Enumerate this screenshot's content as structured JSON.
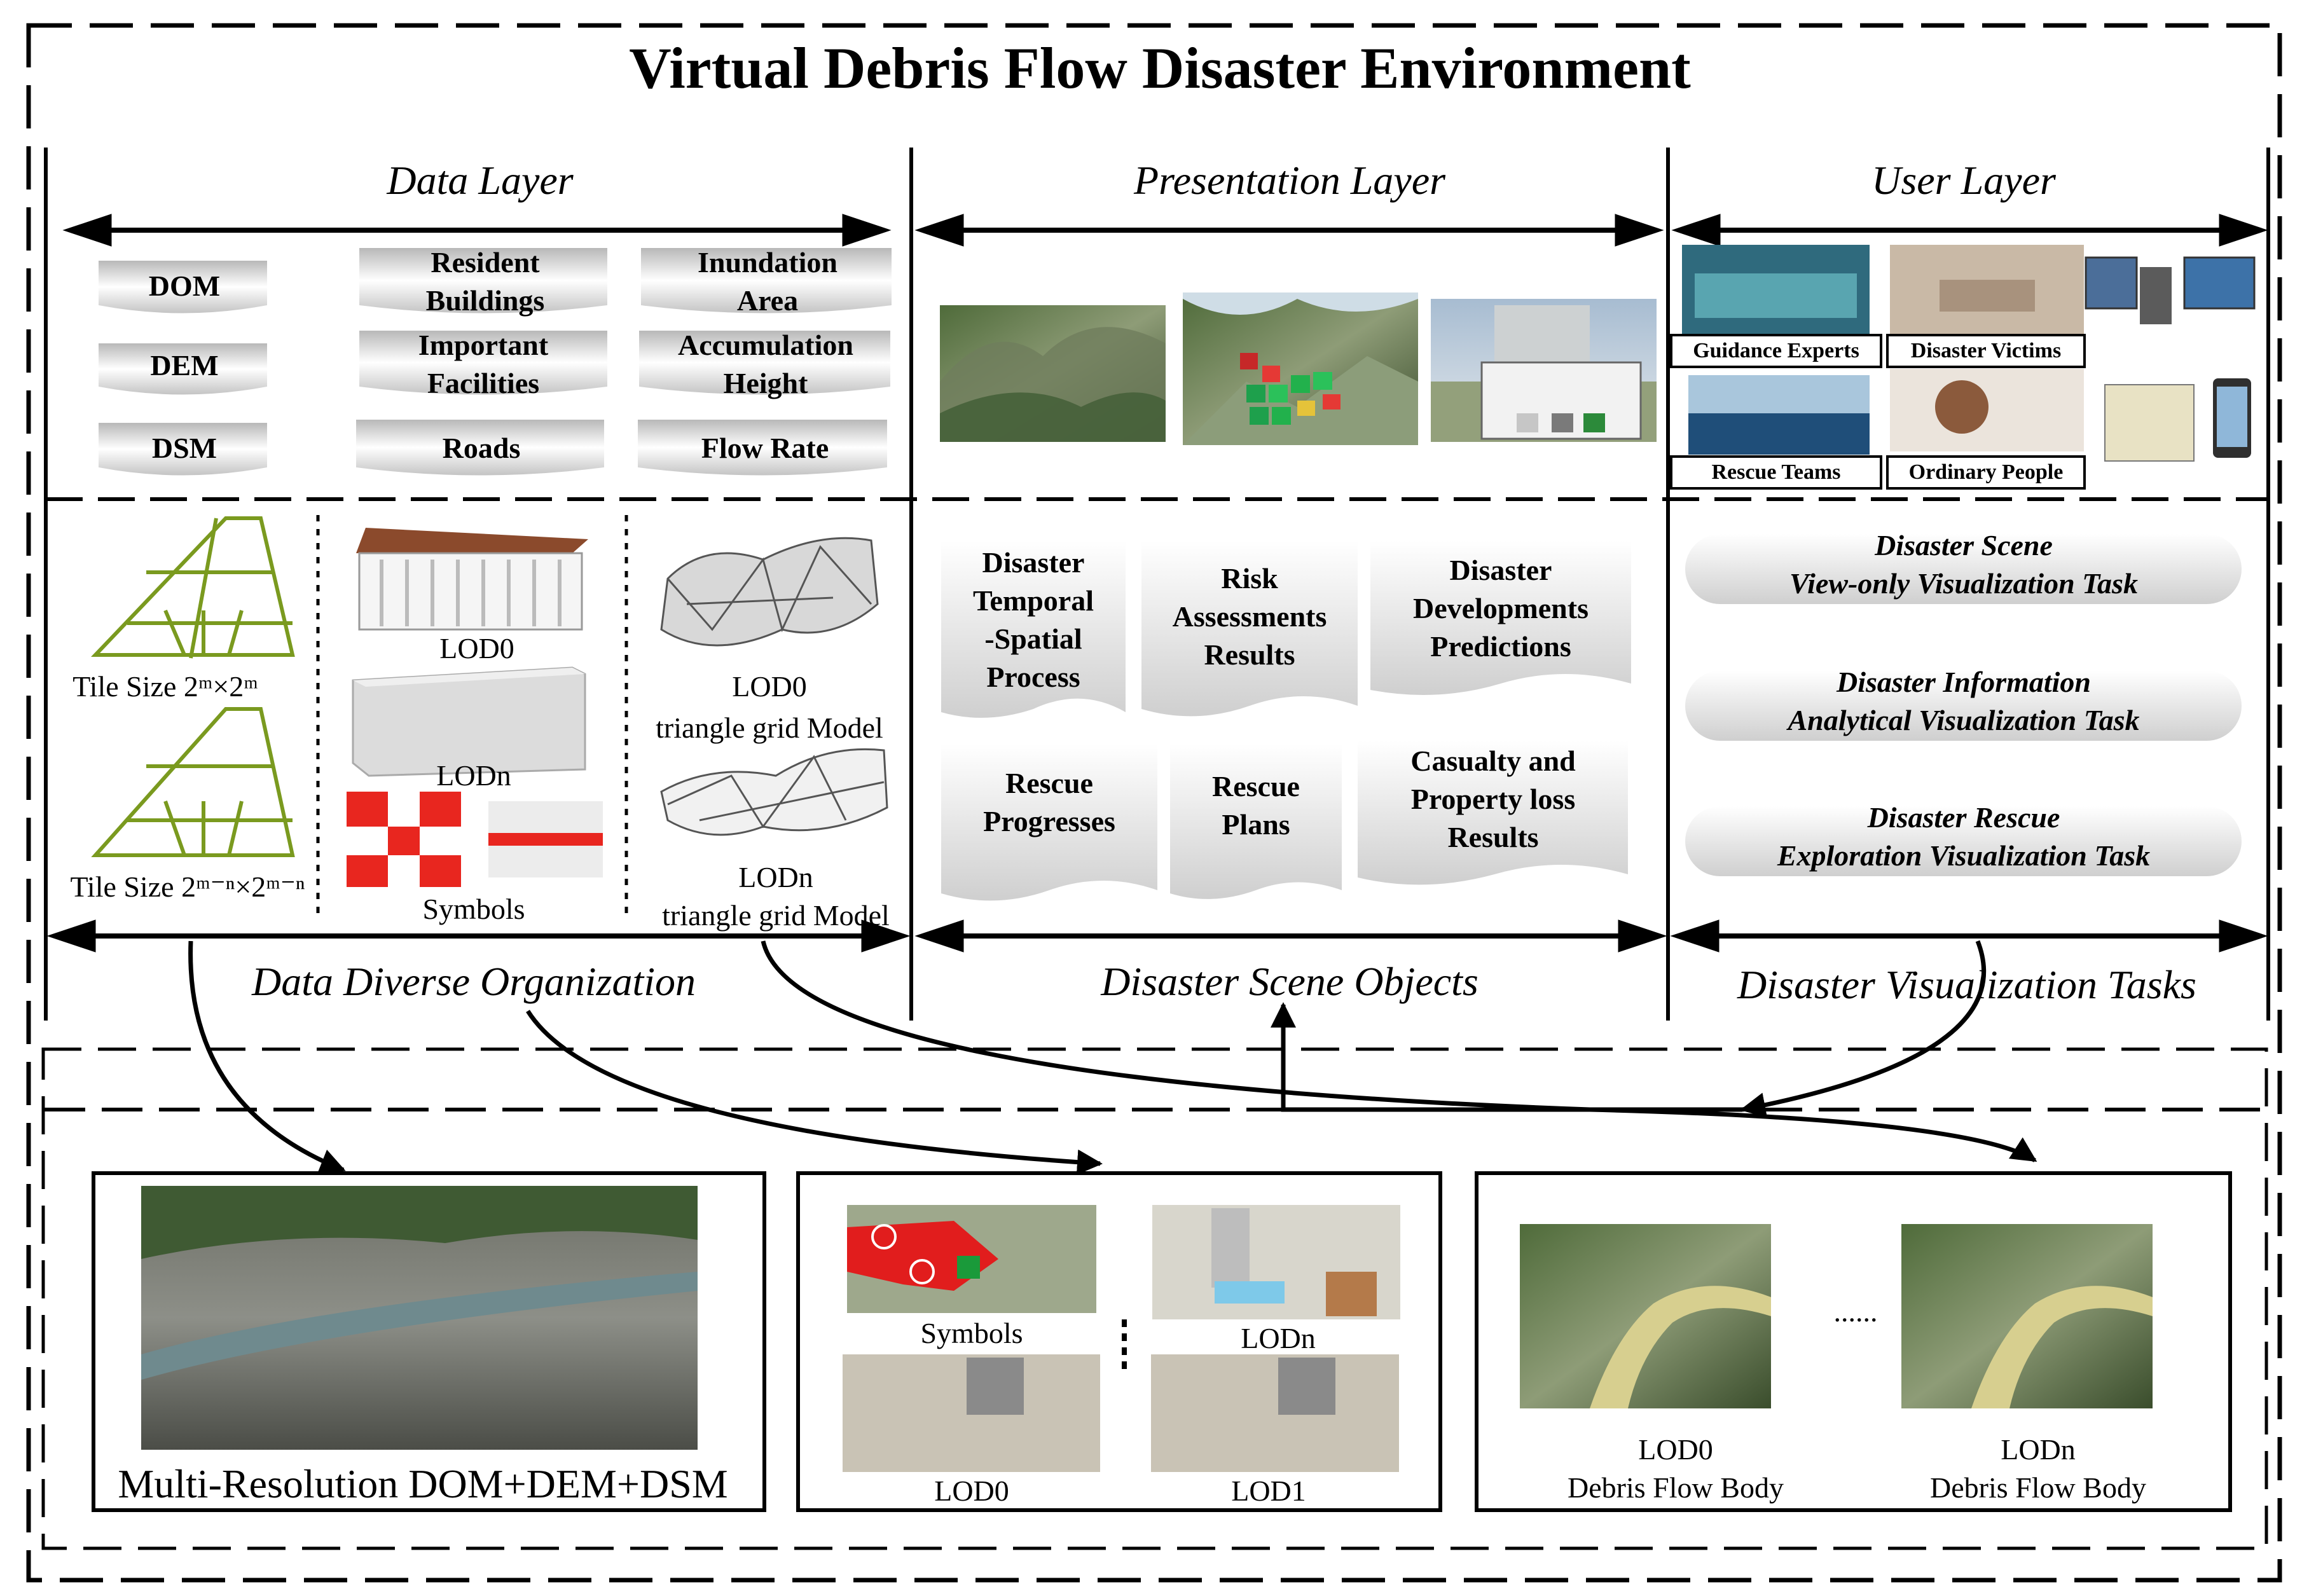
{
  "title": "Virtual Debris Flow Disaster Environment",
  "layers": {
    "data": "Data Layer",
    "presentation": "Presentation Layer",
    "user": "User Layer"
  },
  "bottom_labels": {
    "organization": "Data Diverse Organization",
    "scene_objects": "Disaster Scene Objects",
    "tasks": "Disaster Visualization Tasks"
  },
  "data_items": {
    "dom": "DOM",
    "dem": "DEM",
    "dsm": "DSM",
    "resident_1": "Resident",
    "resident_2": "Buildings",
    "important_1": "Important",
    "important_2": "Facilities",
    "roads": "Roads",
    "inundation_1": "Inundation",
    "inundation_2": "Area",
    "accumulation_1": "Accumulation",
    "accumulation_2": "Height",
    "flow_rate": "Flow Rate"
  },
  "user_labels": {
    "guidance": "Guidance Experts",
    "victims": "Disaster Victims",
    "rescue": "Rescue Teams",
    "ordinary": "Ordinary People"
  },
  "organization": {
    "tile1": "Tile Size 2ᵐ×2ᵐ",
    "tile2": "Tile Size 2ᵐ⁻ⁿ×2ᵐ⁻ⁿ",
    "lod0": "LOD0",
    "lodn": "LODn",
    "symbols": "Symbols",
    "tri_lod0": "LOD0",
    "tri_lod0_2": "triangle grid Model",
    "tri_lodn": "LODn",
    "tri_lodn_2": "triangle grid Model"
  },
  "scene_objects": {
    "temporal_1": "Disaster",
    "temporal_2": "Temporal",
    "temporal_3": "-Spatial",
    "temporal_4": "Process",
    "risk_1": "Risk",
    "risk_2": "Assessments",
    "risk_3": "Results",
    "dev_1": "Disaster",
    "dev_2": "Developments",
    "dev_3": "Predictions",
    "progress_1": "Rescue",
    "progress_2": "Progresses",
    "plans_1": "Rescue",
    "plans_2": "Plans",
    "casualty_1": "Casualty and",
    "casualty_2": "Property loss",
    "casualty_3": "Results"
  },
  "tasks": {
    "t1_1": "Disaster Scene",
    "t1_2": "View-only Visualization Task",
    "t2_1": "Disaster Information",
    "t2_2": "Analytical Visualization Task",
    "t3_1": "Disaster Rescue",
    "t3_2": "Exploration Visualization Task"
  },
  "bottom_panels": {
    "terrain": "Multi-Resolution DOM+DEM+DSM",
    "symbols": "Symbols",
    "lodn": "LODn",
    "lod0": "LOD0",
    "lod1": "LOD1",
    "ellipsis": "......",
    "flow_lod0": "LOD0",
    "flow_lod0_2": "Debris Flow Body",
    "flow_lodn": "LODn",
    "flow_lodn_2": "Debris Flow  Body"
  }
}
